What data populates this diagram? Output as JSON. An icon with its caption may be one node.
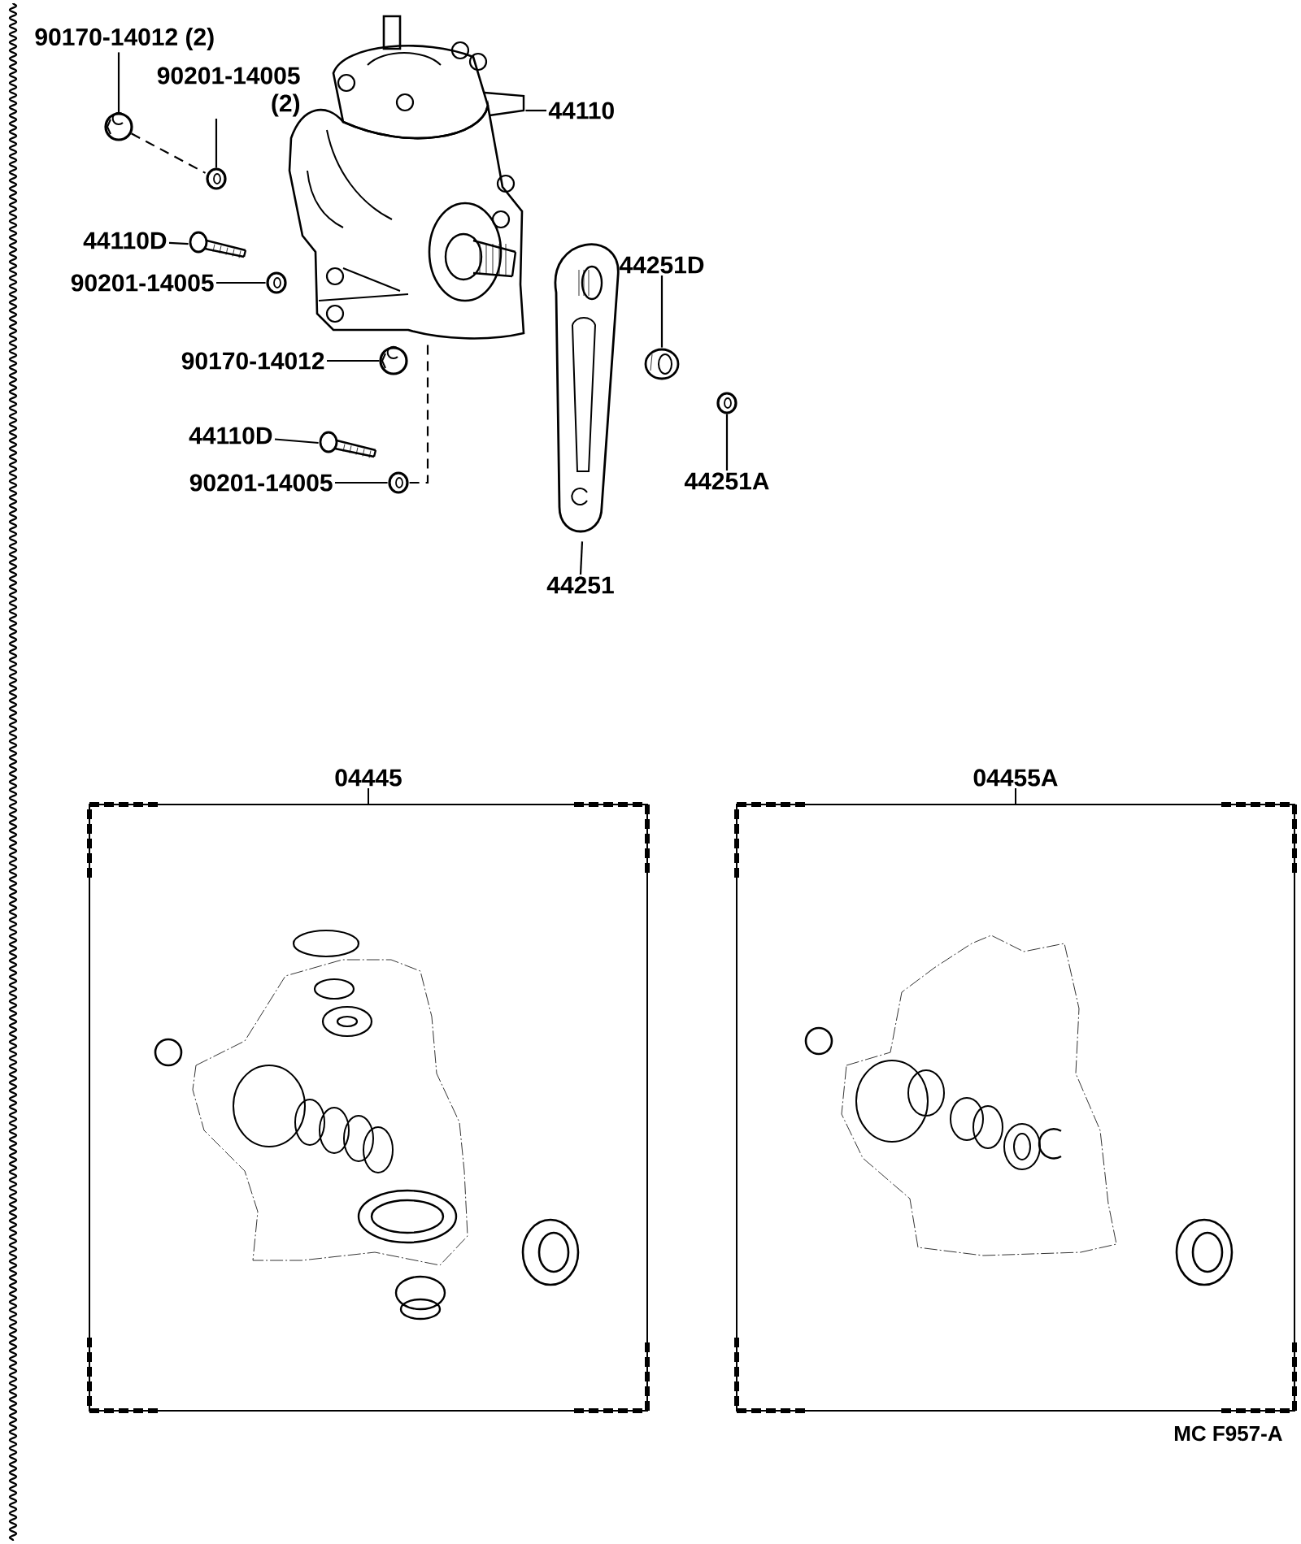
{
  "diagram": {
    "nodes": [
      {
        "text": [
          "90170-14012 (2)"
        ]
      },
      {
        "text": [],
        "shape": "circle"
      },
      {
        "text": [
          "90201-14005 (2)"
        ]
      },
      {
        "text": [],
        "shape": "picture"
      },
      {
        "text": [
          "44110"
        ]
      },
      {
        "text": [],
        "shape": "picture"
      },
      {
        "text": [
          "44110D"
        ]
      },
      {
        "text": [],
        "shape": "picture"
      },
      {
        "text": [
          "90201-14005"
        ]
      },
      {
        "text": [],
        "shape": "picture"
      },
      {
        "text": [
          "90170-14012"
        ]
      },
      {
        "text": [],
        "shape": "circle"
      },
      {
        "text": [
          "44110D"
        ]
      },
      {
        "text": [],
        "shape": "picture"
      },
      {
        "text": [
          "90201-14005"
        ]
      },
      {
        "text": [],
        "shape": "picture"
      },
      {
        "text": [
          "44251D"
        ]
      },
      {
        "text": [],
        "shape": "picture"
      },
      {
        "text": [
          "44251A"
        ]
      },
      {
        "text": [],
        "shape": "picture"
      },
      {
        "text": [
          "44251"
        ]
      },
      {
        "text": [],
        "shape": "picture"
      },
      {
        "text": [
          "04445"
        ]
      },
      {
        "text": [
          "04455A"
        ]
      }
    ],
    "edges": [
      {
        "from": 0,
        "to": 1,
        "arrow": "none"
      },
      {
        "from": 2,
        "to": 3,
        "arrow": "none"
      },
      {
        "from": 1,
        "to": 3,
        "arrow": "none",
        "style": "dashed"
      },
      {
        "from": 4,
        "to": 5,
        "arrow": "none"
      },
      {
        "from": 6,
        "to": 7,
        "arrow": "none"
      },
      {
        "from": 8,
        "to": 9,
        "arrow": "none"
      },
      {
        "from": 10,
        "to": 11,
        "arrow": "none"
      },
      {
        "from": 12,
        "to": 13,
        "arrow": "none"
      },
      {
        "from": 14,
        "to": 15,
        "arrow": "none"
      },
      {
        "from": 5,
        "to": 15,
        "arrow": "none",
        "style": "dashed"
      },
      {
        "from": 16,
        "to": 17,
        "arrow": "none"
      },
      {
        "from": 18,
        "to": 19,
        "arrow": "none"
      },
      {
        "from": 20,
        "to": 21,
        "arrow": "none"
      }
    ],
    "labels": [
      "MC F957-A"
    ]
  }
}
